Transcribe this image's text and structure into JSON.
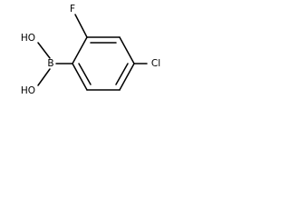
{
  "molecule": {
    "atoms": {
      "fluorine": "F",
      "boron": "B",
      "hydroxyl_top": "HO",
      "hydroxyl_bottom": "HO",
      "chlorine": "Cl"
    }
  },
  "colors": {
    "bond": "#000000",
    "text": "#000000",
    "background": "#ffffff"
  }
}
